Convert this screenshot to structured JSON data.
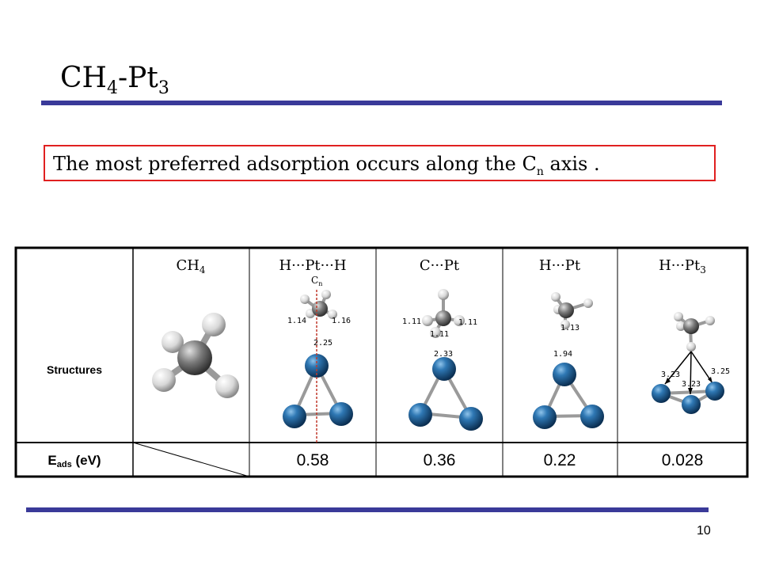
{
  "title": {
    "main": "CH",
    "sub1": "4",
    "mid": "-Pt",
    "sub2": "3"
  },
  "callout": {
    "text": "The most preferred adsorption occurs  along the C",
    "sub": "n",
    "tail": " axis ."
  },
  "table": {
    "row_label_structures": "Structures",
    "row_label_eads_main": "E",
    "row_label_eads_sub": "ads",
    "row_label_eads_unit": " (eV)",
    "columns": [
      {
        "head_a": "CH",
        "head_sub": "4",
        "head_b": ""
      },
      {
        "head_a": "H···Pt···H",
        "head_sub": "",
        "head_b": ""
      },
      {
        "head_a": "C···Pt",
        "head_sub": "",
        "head_b": ""
      },
      {
        "head_a": "H···Pt",
        "head_sub": "",
        "head_b": ""
      },
      {
        "head_a": "H···Pt",
        "head_sub": "3",
        "head_b": ""
      }
    ],
    "eads_values": [
      "",
      "0.58",
      "0.36",
      "0.22",
      "0.028"
    ]
  },
  "molecule_labels": {
    "col2": {
      "axis": "C",
      "axis_sub": "n",
      "l1": "1.14",
      "l2": "1.16",
      "l3": "2.25"
    },
    "col3": {
      "l1": "1.11",
      "l2": "1.11",
      "l3": "1.11",
      "l4": "2.33"
    },
    "col4": {
      "l1": "1.13",
      "l2": "1.94"
    },
    "col5": {
      "l1": "3.23",
      "l2": "3.23",
      "l3": "3.25"
    }
  },
  "page_number": "10",
  "colors": {
    "rule": "#3a3a99",
    "callout_border": "#e02020",
    "pt_atom": "#1f5f96",
    "axis_line": "#c0392b"
  }
}
